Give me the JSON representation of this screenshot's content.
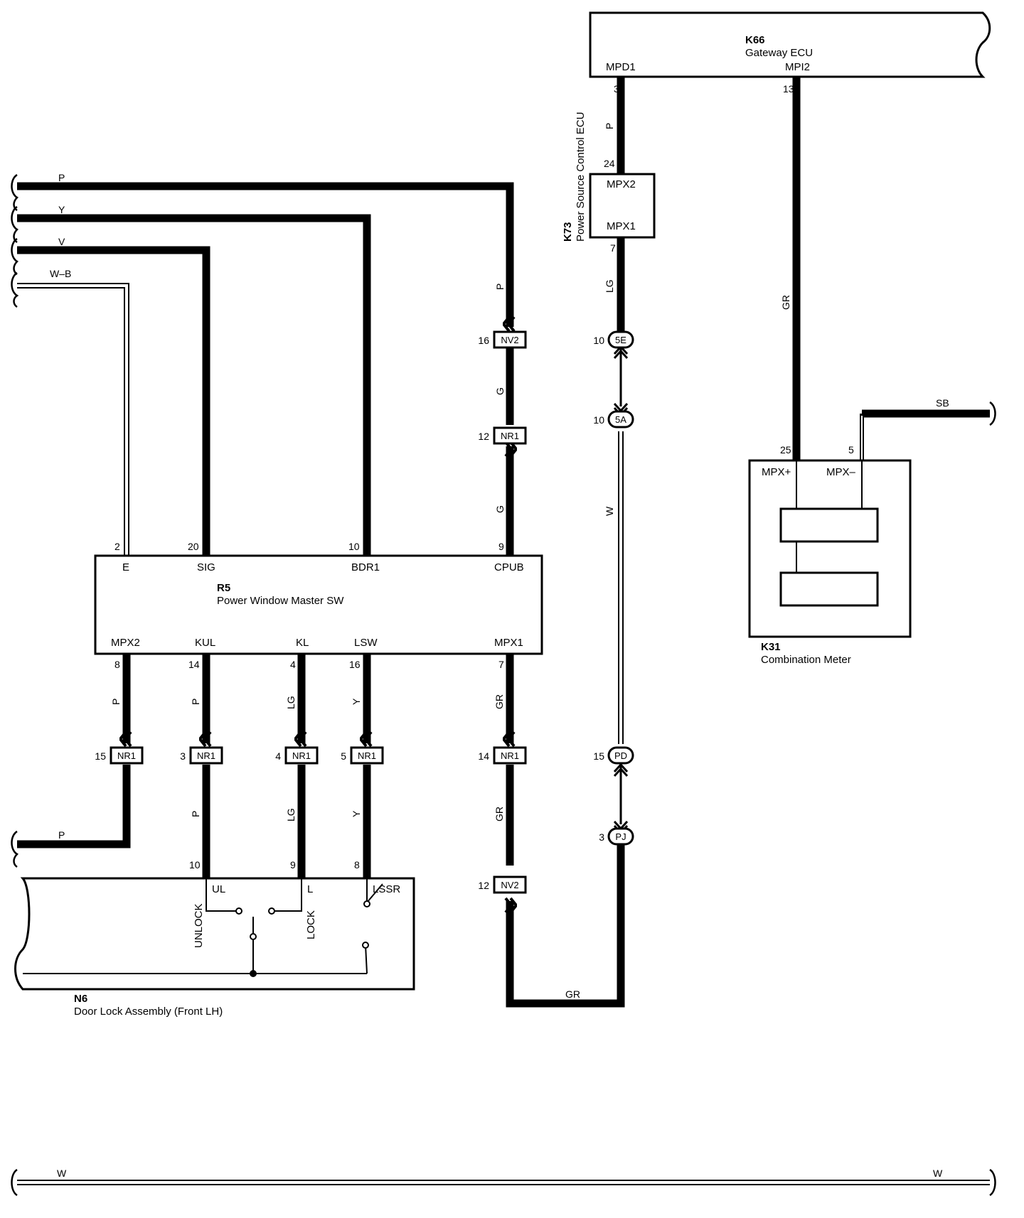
{
  "ecus": {
    "k66": {
      "code": "K66",
      "name": "Gateway ECU",
      "pins": {
        "mpd1": "MPD1",
        "mpi2": "MPI2"
      }
    },
    "k73": {
      "code": "K73",
      "name": "Power Source Control ECU",
      "pins": {
        "mpx2": "MPX2",
        "mpx1": "MPX1"
      }
    },
    "r5": {
      "code": "R5",
      "name": "Power Window Master SW",
      "pins": {
        "e": "E",
        "sig": "SIG",
        "bdr1": "BDR1",
        "cpub": "CPUB",
        "mpx2": "MPX2",
        "kul": "KUL",
        "kl": "KL",
        "lsw": "LSW",
        "mpx1": "MPX1"
      }
    },
    "k31": {
      "code": "K31",
      "name": "Combination Meter",
      "pins": {
        "mpxp": "MPX+",
        "mpxm": "MPX–"
      }
    },
    "n6": {
      "code": "N6",
      "name": "Door Lock Assembly (Front LH)",
      "pins": {
        "ul": "UL",
        "l": "L",
        "lssr": "LSSR"
      },
      "switches": {
        "unlock": "UNLOCK",
        "lock": "LOCK"
      }
    }
  },
  "pin_numbers": {
    "k66_mpd1": "3",
    "k66_mpi2": "13",
    "k73_mpx2": "24",
    "k73_mpx1": "7",
    "r5_e": "2",
    "r5_sig": "20",
    "r5_bdr1": "10",
    "r5_cpub": "9",
    "r5_mpx2": "8",
    "r5_kul": "14",
    "r5_kl": "4",
    "r5_lsw": "16",
    "r5_mpx1": "7",
    "k31_mpxp": "25",
    "k31_mpxm": "5",
    "n6_ul": "10",
    "n6_l": "9",
    "n6_lssr": "8"
  },
  "wire_colors": {
    "left_p": "P",
    "left_y": "Y",
    "left_v": "V",
    "left_wb": "W–B",
    "cpub_top": "P",
    "cpub_mid": "G",
    "cpub_low": "G",
    "k66_to_k73": "P",
    "k73_to_5e": "LG",
    "k66_to_k31": "GR",
    "sb_right": "SB",
    "w_mid": "W",
    "mpx2_down": "P",
    "kul_down": "P",
    "kl_down": "LG",
    "lsw_down": "Y",
    "mpx1_down": "GR",
    "kul_low": "P",
    "kl_low": "LG",
    "lsw_low": "Y",
    "mpx1_low": "GR",
    "left_p_bottom": "P",
    "bottom_gr": "GR",
    "bottom_w_left": "W",
    "bottom_w_right": "W"
  },
  "connectors": {
    "nv2_top": {
      "code": "NV2",
      "pin": "16"
    },
    "nr1_cpub": {
      "code": "NR1",
      "pin": "12"
    },
    "c5e": {
      "code": "5E",
      "pin": "10"
    },
    "c5a": {
      "code": "5A",
      "pin": "10"
    },
    "nr1_mpx2": {
      "code": "NR1",
      "pin": "15"
    },
    "nr1_kul": {
      "code": "NR1",
      "pin": "3"
    },
    "nr1_kl": {
      "code": "NR1",
      "pin": "4"
    },
    "nr1_lsw": {
      "code": "NR1",
      "pin": "5"
    },
    "nr1_mpx1": {
      "code": "NR1",
      "pin": "14"
    },
    "pd": {
      "code": "PD",
      "pin": "15"
    },
    "pj": {
      "code": "PJ",
      "pin": "3"
    },
    "nv2_bottom": {
      "code": "NV2",
      "pin": "12"
    }
  }
}
